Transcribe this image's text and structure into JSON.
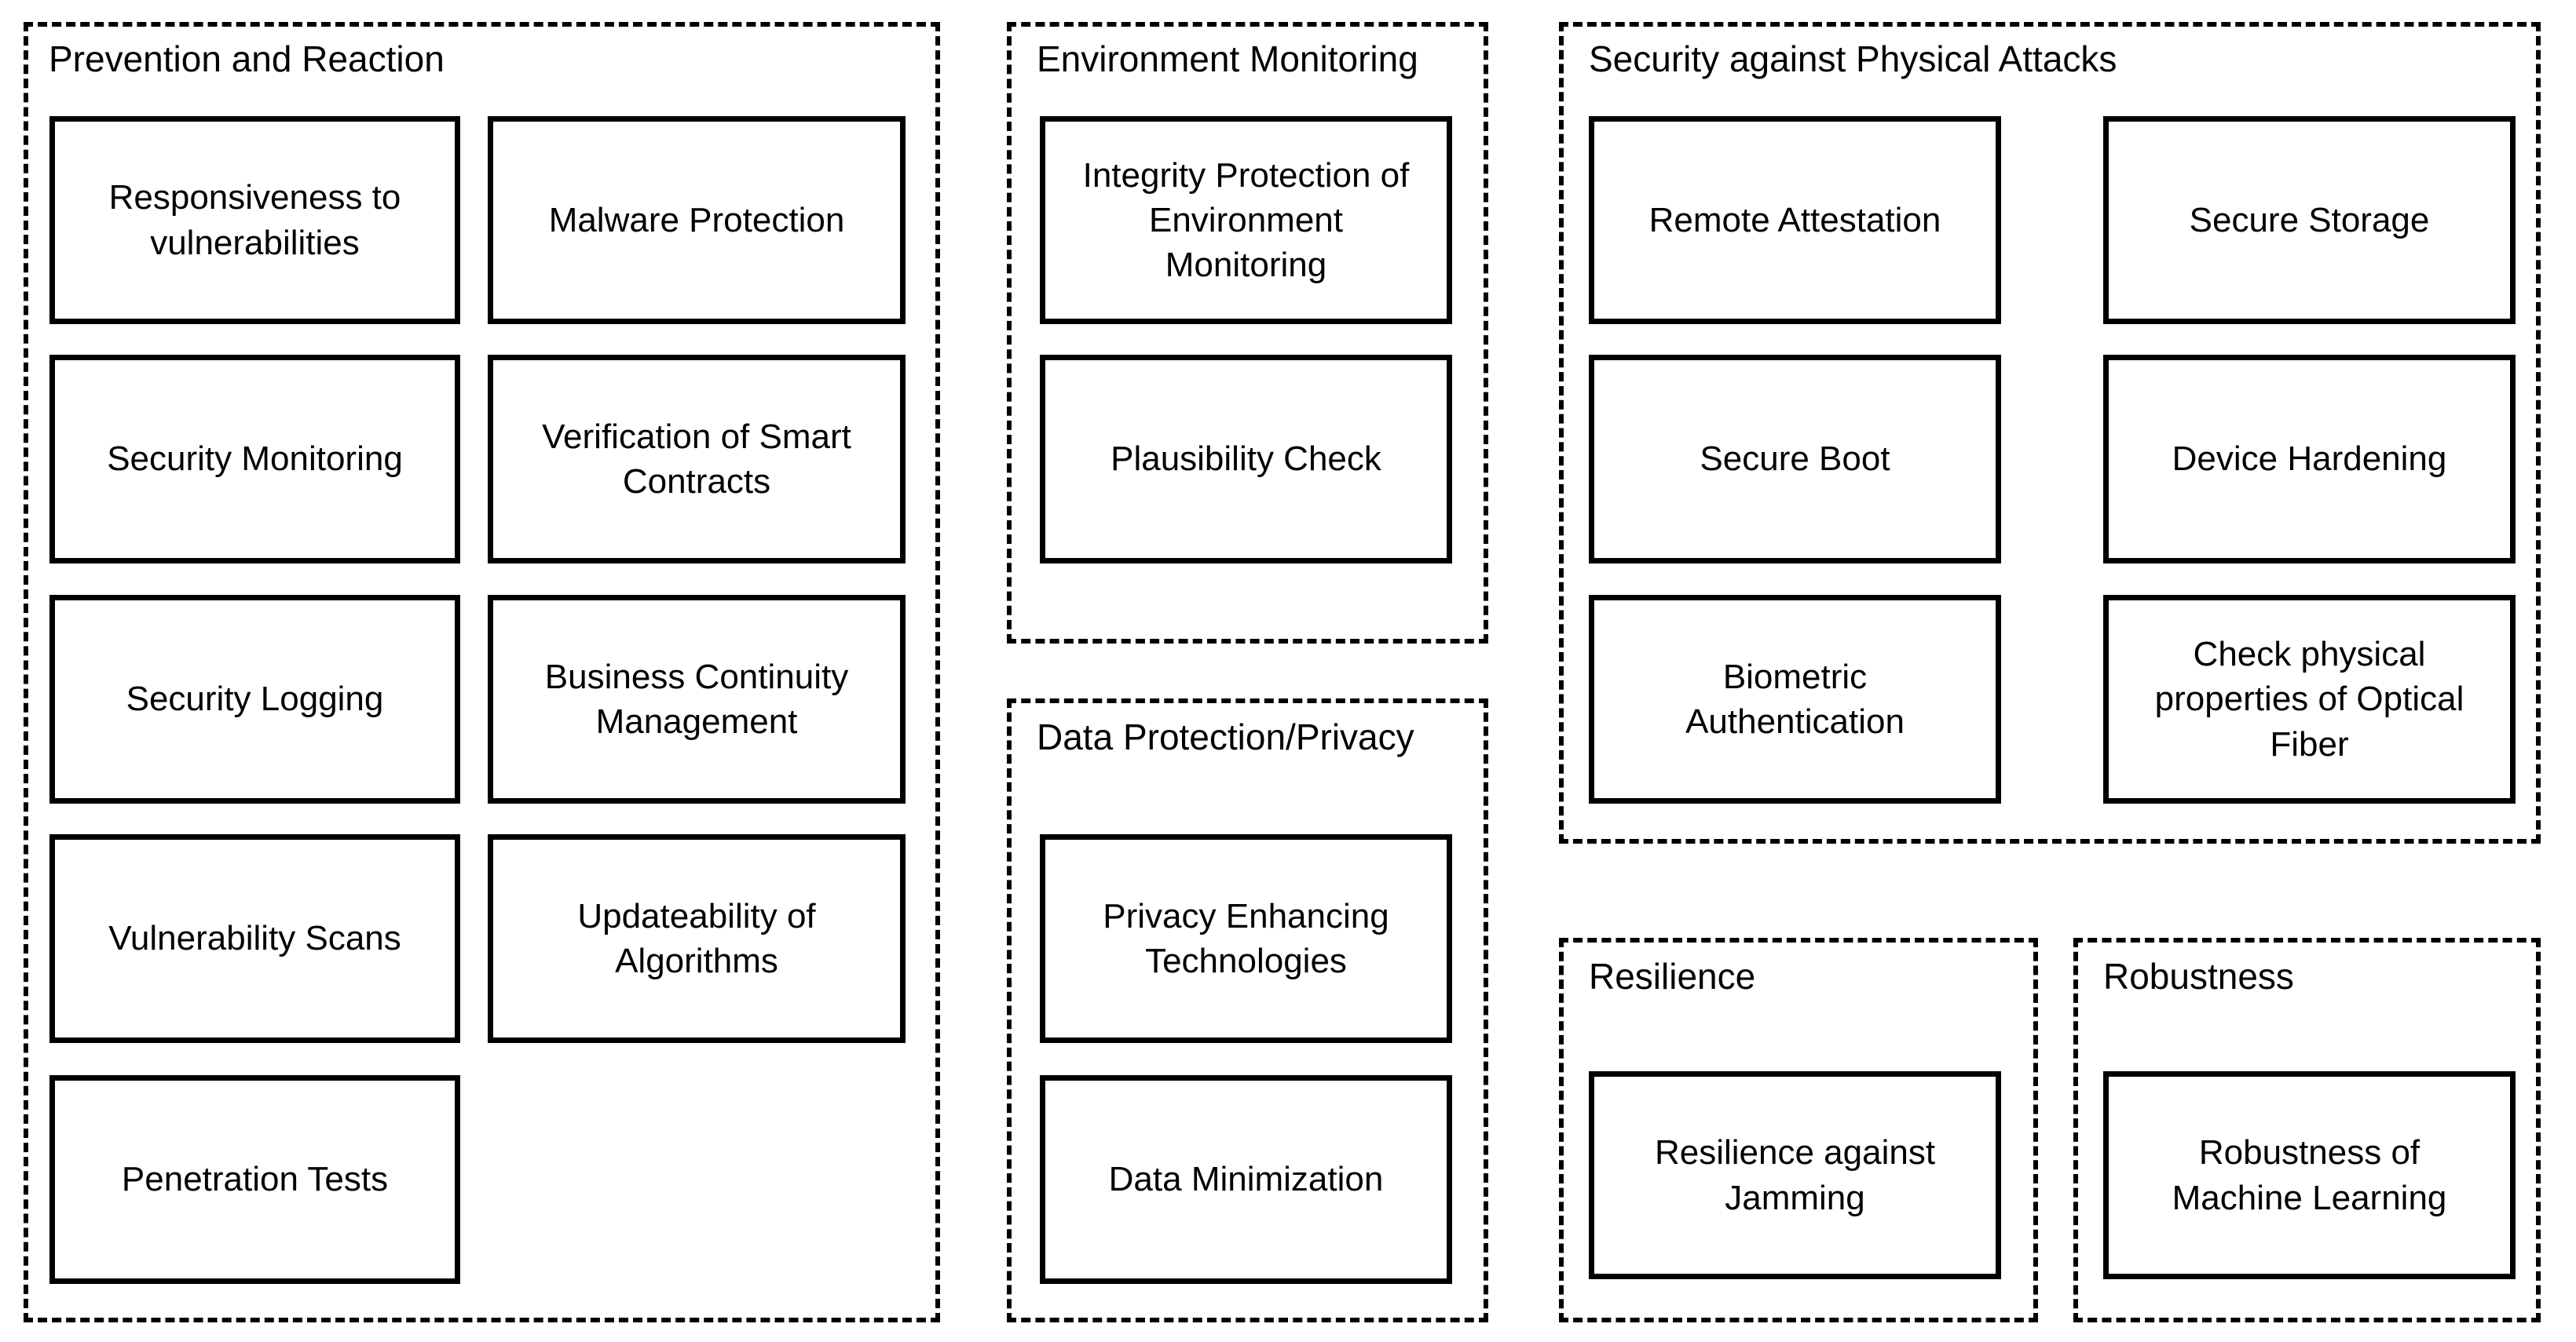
{
  "diagram": {
    "description": "Security measures taxonomy diagram with dashed category groups containing solid measure boxes",
    "colors": {
      "background": "#ffffff",
      "stroke": "#000000",
      "text": "#000000"
    }
  },
  "groups": [
    {
      "title": "Prevention and Reaction",
      "boxes": [
        "Responsiveness to vulnerabilities",
        "Malware Protection",
        "Security Monitoring",
        "Verification of Smart Contracts",
        "Security Logging",
        "Business Continuity Management",
        "Vulnerability Scans",
        "Updateability of Algorithms",
        "Penetration Tests"
      ]
    },
    {
      "title": "Environment Monitoring",
      "boxes": [
        "Integrity Protection of Environment Monitoring",
        "Plausibility Check"
      ]
    },
    {
      "title": "Data Protection/Privacy",
      "boxes": [
        "Privacy Enhancing Technologies",
        "Data Minimization"
      ]
    },
    {
      "title": "Security against Physical Attacks",
      "boxes": [
        "Remote Attestation",
        "Secure Storage",
        "Secure Boot",
        "Device Hardening",
        "Biometric Authentication",
        "Check physical properties of Optical Fiber"
      ]
    },
    {
      "title": "Resilience",
      "boxes": [
        "Resilience against Jamming"
      ]
    },
    {
      "title": "Robustness",
      "boxes": [
        "Robustness of Machine Learning"
      ]
    }
  ]
}
